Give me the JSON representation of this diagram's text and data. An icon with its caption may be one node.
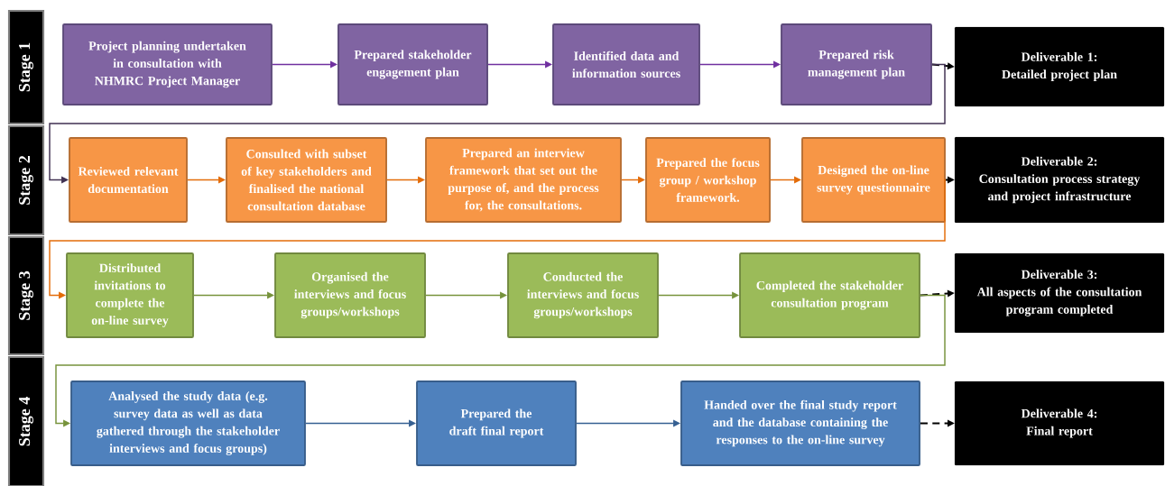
{
  "diagram": {
    "nodes": [
      {
        "text": [
          "Stage 1"
        ]
      },
      {
        "text": [
          "Project planning undertaken in consultation with NHMRC Project Manager"
        ]
      },
      {
        "text": [
          "Prepared stakeholder engagement plan"
        ]
      },
      {
        "text": [
          "Identified data and information sources"
        ]
      },
      {
        "text": [
          "Prepared risk management plan"
        ]
      },
      {
        "text": [
          "Deliverable 1:",
          "Detailed project plan"
        ]
      },
      {
        "text": [
          "Stage 2"
        ]
      },
      {
        "text": [
          "Reviewed relevant documentation"
        ]
      },
      {
        "text": [
          "Consulted with subset of key stakeholders and finalised the national consultation database"
        ]
      },
      {
        "text": [
          "Prepared an interview framework that set out the purpose of, and the process for, the consultations."
        ]
      },
      {
        "text": [
          "Prepared the focus group / workshop framework."
        ]
      },
      {
        "text": [
          "Designed the on-line survey questionnaire"
        ]
      },
      {
        "text": [
          "Deliverable 2:",
          "Consultation process strategy and project infrastructure"
        ]
      },
      {
        "text": [
          "Stage 3"
        ]
      },
      {
        "text": [
          "Distributed invitations to complete the on-line survey"
        ]
      },
      {
        "text": [
          "Organised the interviews and focus groups/workshops"
        ]
      },
      {
        "text": [
          "Conducted the interviews and focus groups/workshops"
        ]
      },
      {
        "text": [
          "Completed the stakeholder consultation program"
        ]
      },
      {
        "text": [
          "Deliverable 3:",
          "All aspects of the consultation program completed"
        ]
      },
      {
        "text": [
          "Stage 4"
        ]
      },
      {
        "text": [
          "Analysed the study data (e.g. survey data as well as data gathered through the stakeholder interviews and focus groups)"
        ]
      },
      {
        "text": [
          "Prepared the draft final report"
        ]
      },
      {
        "text": [
          "Handed over the final study report and the database containing the responses to the on-line survey"
        ]
      },
      {
        "text": [
          "Deliverable 4:",
          "Final report"
        ]
      }
    ],
    "edges": [
      {
        "from": 1,
        "to": 2,
        "arrow": "to",
        "color": "#7030a0"
      },
      {
        "from": 2,
        "to": 3,
        "arrow": "to",
        "color": "#7030a0"
      },
      {
        "from": 3,
        "to": 4,
        "arrow": "to",
        "color": "#7030a0"
      },
      {
        "from": 4,
        "to": 5,
        "arrow": "to",
        "style": "dashed",
        "color": "#000000"
      },
      {
        "from": 4,
        "to": 7,
        "arrow": "to",
        "color": "#403152"
      },
      {
        "from": 7,
        "to": 8,
        "arrow": "to",
        "color": "#e36c09"
      },
      {
        "from": 8,
        "to": 9,
        "arrow": "to",
        "color": "#e36c09"
      },
      {
        "from": 9,
        "to": 10,
        "arrow": "to",
        "color": "#e36c09"
      },
      {
        "from": 10,
        "to": 11,
        "arrow": "to",
        "color": "#e36c09"
      },
      {
        "from": 11,
        "to": 12,
        "arrow": "to",
        "style": "dashed",
        "color": "#000000"
      },
      {
        "from": 11,
        "to": 14,
        "arrow": "to",
        "color": "#e36c09"
      },
      {
        "from": 14,
        "to": 15,
        "arrow": "to",
        "color": "#77933c"
      },
      {
        "from": 15,
        "to": 16,
        "arrow": "to",
        "color": "#77933c"
      },
      {
        "from": 16,
        "to": 17,
        "arrow": "to",
        "color": "#77933c"
      },
      {
        "from": 17,
        "to": 18,
        "arrow": "to",
        "style": "dashed",
        "color": "#000000"
      },
      {
        "from": 17,
        "to": 20,
        "arrow": "to",
        "color": "#77933c"
      },
      {
        "from": 20,
        "to": 21,
        "arrow": "to",
        "color": "#366092"
      },
      {
        "from": 21,
        "to": 22,
        "arrow": "to",
        "color": "#366092"
      },
      {
        "from": 22,
        "to": 23,
        "arrow": "to",
        "style": "dashed",
        "color": "#000000"
      }
    ]
  }
}
